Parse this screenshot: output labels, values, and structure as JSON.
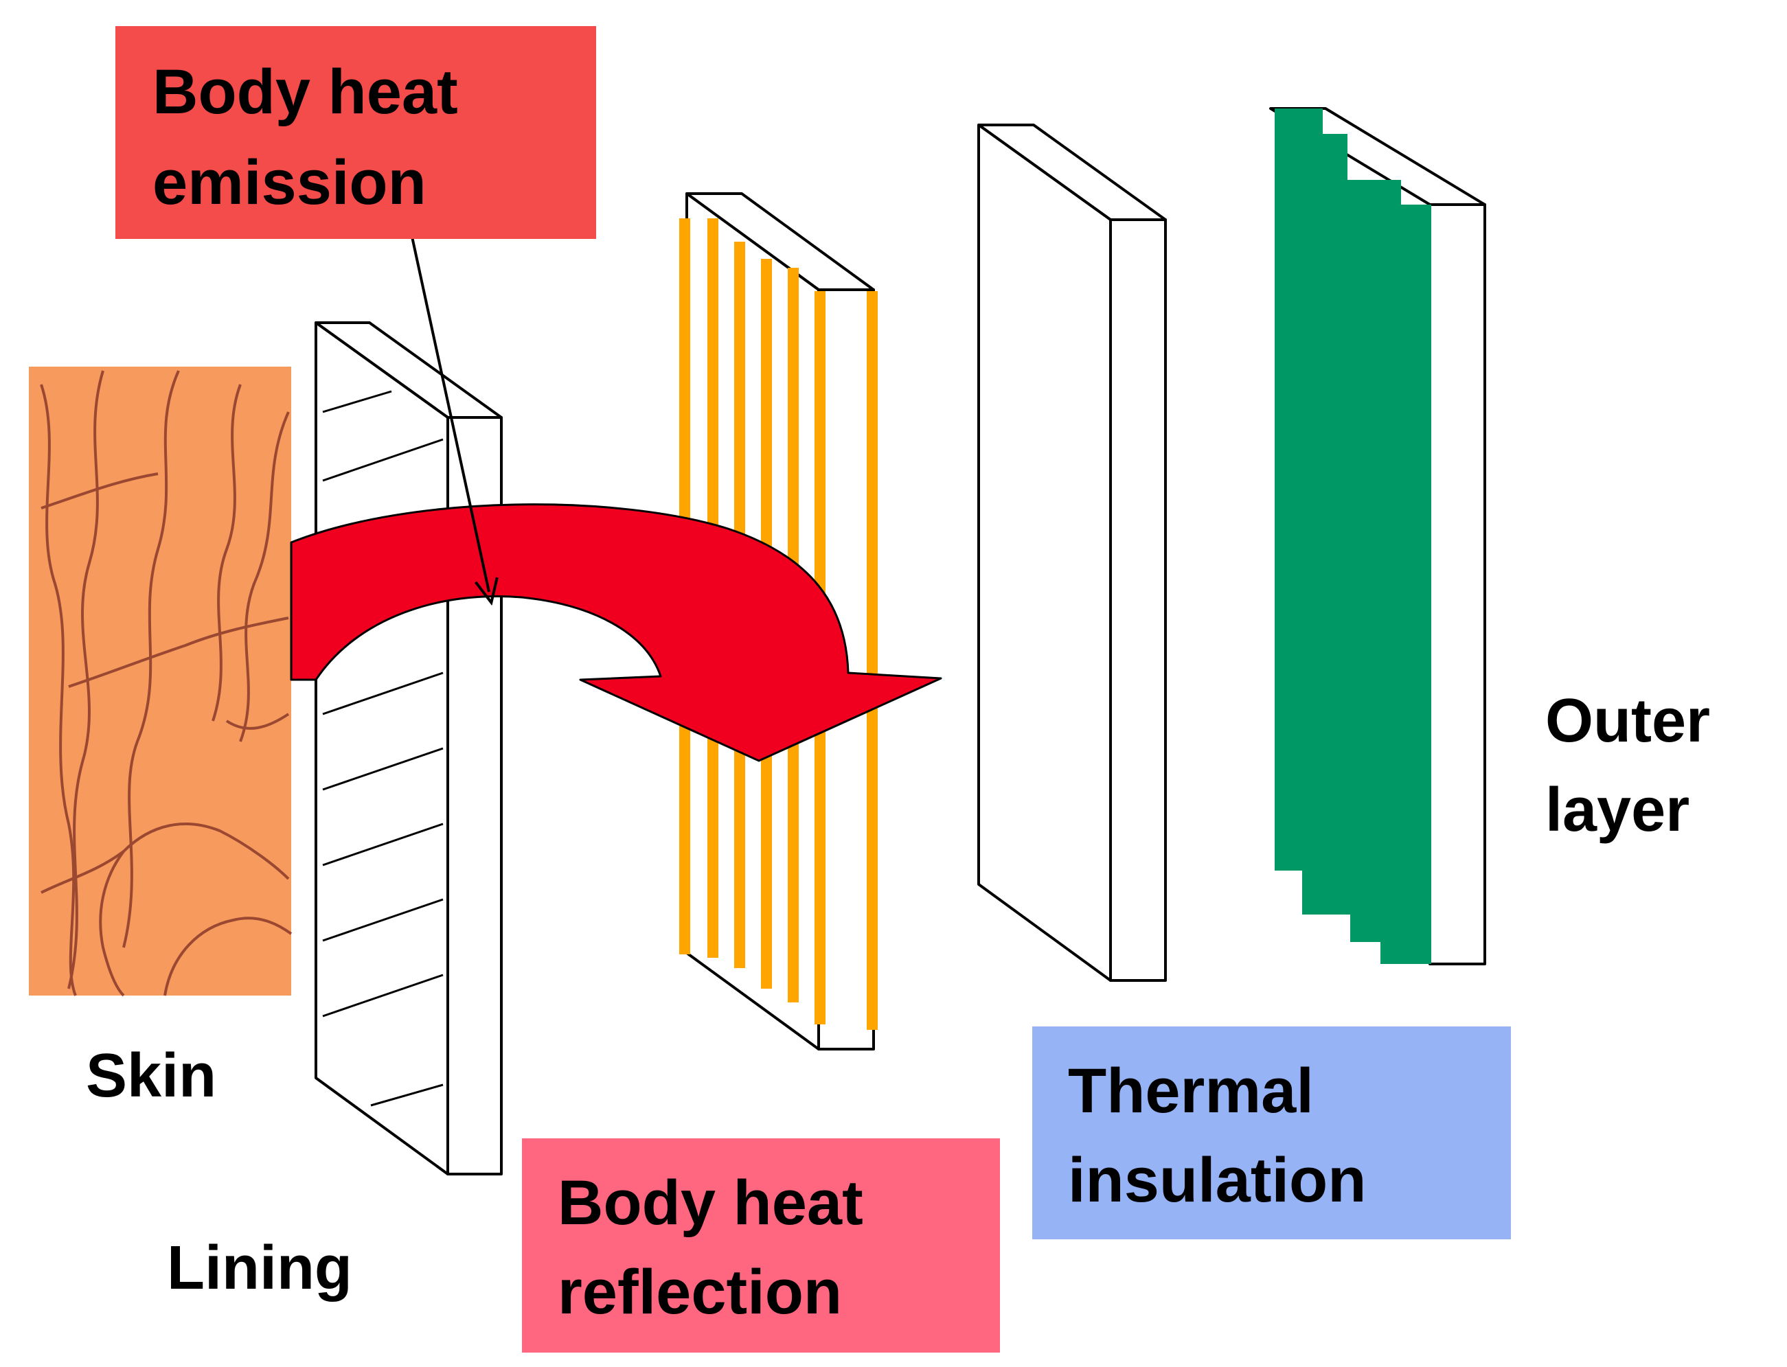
{
  "labels": {
    "emission_line1": "Body heat",
    "emission_line2": "emission",
    "skin": "Skin",
    "lining": "Lining",
    "reflection_line1": "Body heat",
    "reflection_line2": "reflection",
    "insulation_line1": "Thermal",
    "insulation_line2": "insulation",
    "outer_line1": "Outer",
    "outer_line2": "layer"
  },
  "colors": {
    "emission_box": "#f44b4b",
    "reflection_box": "#ff6680",
    "insulation_box": "#96b4f5",
    "skin": "#f79a5e",
    "skin_lines": "#8a3a2a",
    "heat_arrow": "#f0001e",
    "reflective_strips": "#ffa500",
    "outer_fabric": "#009966",
    "outline": "#000000"
  }
}
